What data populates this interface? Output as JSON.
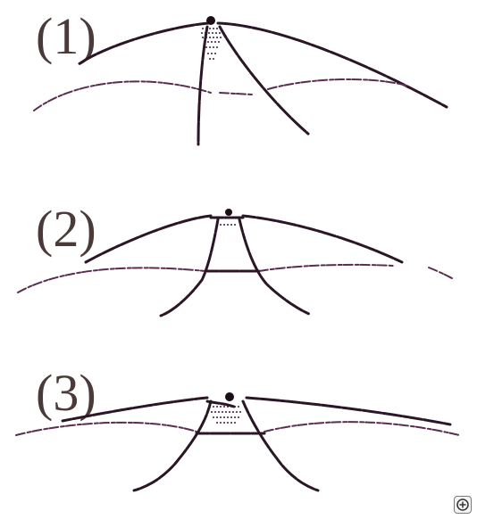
{
  "panels": [
    {
      "label": "(1)"
    },
    {
      "label": "(2)"
    },
    {
      "label": "(3)"
    }
  ],
  "icons": {
    "zoom": "zoom-in-icon"
  },
  "colors": {
    "ink": "#2b1626",
    "label": "#4a3a3a"
  }
}
